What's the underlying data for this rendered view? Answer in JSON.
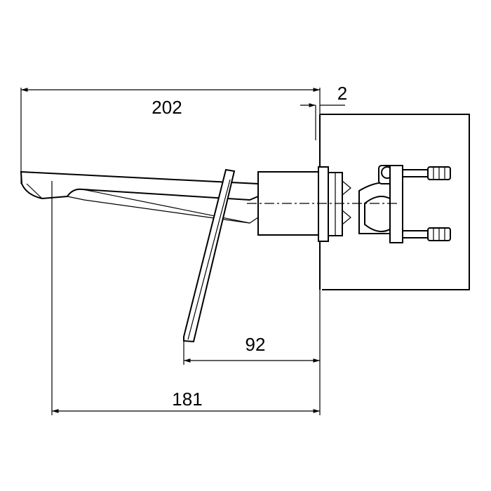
{
  "dimensions": {
    "overall_length": "202",
    "plate_thickness": "2",
    "handle_to_wall": "92",
    "spout_to_wall": "181"
  }
}
